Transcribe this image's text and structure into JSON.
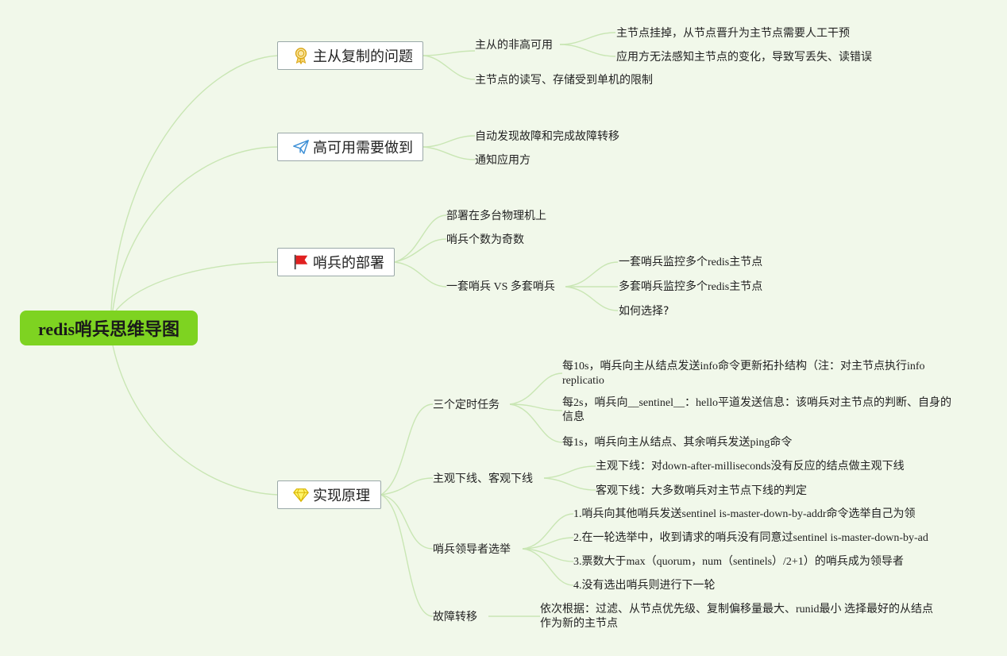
{
  "root": "redis哨兵思维导图",
  "topics": {
    "t1": {
      "label": "主从复制的问题",
      "icon": "award-ribbon-icon",
      "children": {
        "c1": {
          "label": "主从的非高可用",
          "children": {
            "g1": "主节点挂掉，从节点晋升为主节点需要人工干预",
            "g2": "应用方无法感知主节点的变化，导致写丢失、读错误"
          }
        },
        "c2": {
          "label": "主节点的读写、存储受到单机的限制"
        }
      }
    },
    "t2": {
      "label": "高可用需要做到",
      "icon": "paper-plane-icon",
      "children": {
        "c1": {
          "label": "自动发现故障和完成故障转移"
        },
        "c2": {
          "label": "通知应用方"
        }
      }
    },
    "t3": {
      "label": "哨兵的部署",
      "icon": "red-flag-icon",
      "children": {
        "c1": {
          "label": "部署在多台物理机上"
        },
        "c2": {
          "label": "哨兵个数为奇数"
        },
        "c3": {
          "label": "一套哨兵 VS 多套哨兵",
          "children": {
            "g1": "一套哨兵监控多个redis主节点",
            "g2": "多套哨兵监控多个redis主节点",
            "g3": "如何选择?"
          }
        }
      }
    },
    "t4": {
      "label": "实现原理",
      "icon": "diamond-icon",
      "children": {
        "c1": {
          "label": "三个定时任务",
          "children": {
            "g1": "每10s，哨兵向主从结点发送info命令更新拓扑结构（注：对主节点执行info replicatio",
            "g2": "每2s，哨兵向__sentinel__：hello平道发送信息：该哨兵对主节点的判断、自身的信息",
            "g3": "每1s，哨兵向主从结点、其余哨兵发送ping命令"
          }
        },
        "c2": {
          "label": "主观下线、客观下线",
          "children": {
            "g1": "主观下线：对down-after-milliseconds没有反应的结点做主观下线",
            "g2": "客观下线：大多数哨兵对主节点下线的判定"
          }
        },
        "c3": {
          "label": "哨兵领导者选举",
          "children": {
            "g1": "1.哨兵向其他哨兵发送sentinel is-master-down-by-addr命令选举自己为领",
            "g2": "2.在一轮选举中，收到请求的哨兵没有同意过sentinel is-master-down-by-ad",
            "g3": "3.票数大于max（quorum，num（sentinels）/2+1）的哨兵成为领导者",
            "g4": "4.没有选出哨兵则进行下一轮"
          }
        },
        "c4": {
          "label": "故障转移",
          "children": {
            "g1": "依次根据：过滤、从节点优先级、复制偏移量最大、runid最小 选择最好的从结点作为新的主节点"
          }
        }
      }
    }
  }
}
